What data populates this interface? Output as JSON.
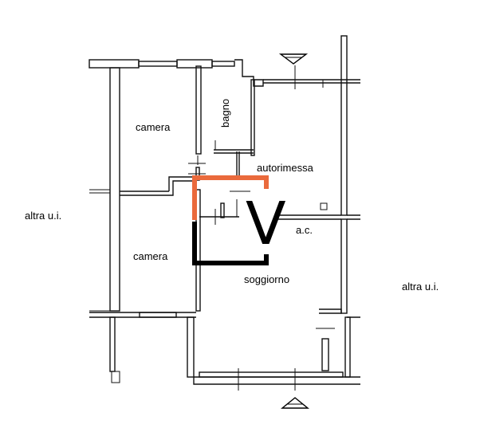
{
  "plan": {
    "rooms": {
      "camera_top": "camera",
      "bagno": "bagno",
      "autorimessa": "autorimessa",
      "camera_bottom": "camera",
      "ac": "a.c.",
      "soggiorno": "soggiorno"
    },
    "neighbors": {
      "left": "altra u.i.",
      "right": "altra u.i."
    },
    "markers": {
      "north_arrow": "triangle-marker-icon",
      "south_arrow": "triangle-marker-icon"
    },
    "logo": {
      "letter": "V",
      "accent_color": "#ea6a3c",
      "main_color": "#000000"
    }
  }
}
